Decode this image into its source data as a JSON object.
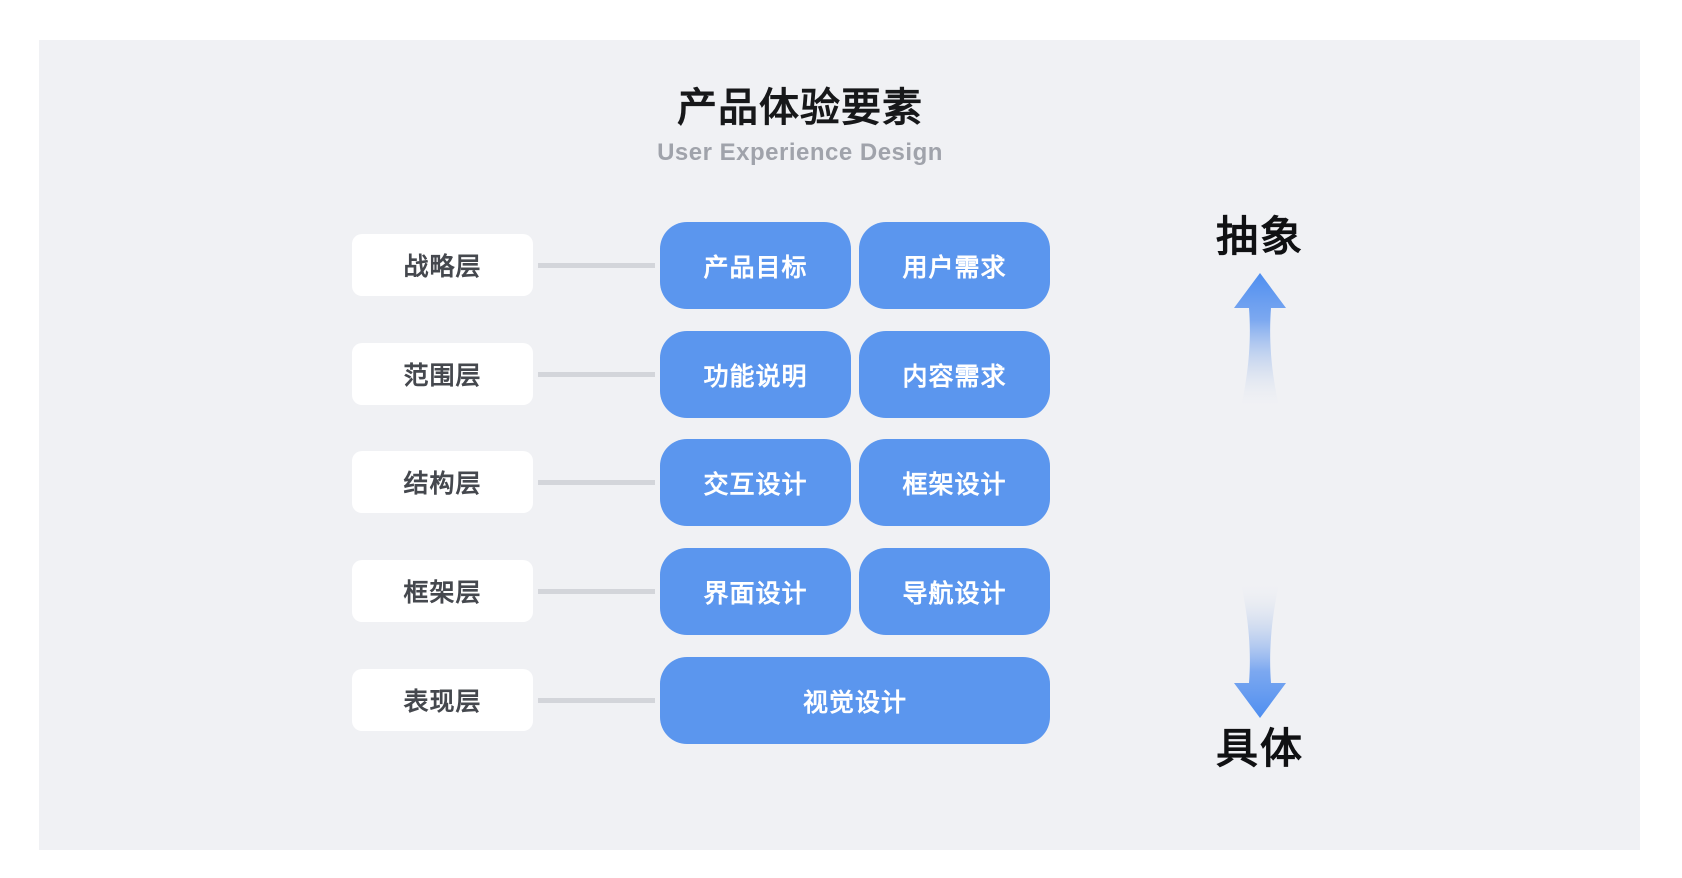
{
  "diagram": {
    "title": "产品体验要素",
    "subtitle": "User Experience Design",
    "rows": [
      {
        "layer": "战略层",
        "items": [
          "产品目标",
          "用户需求"
        ]
      },
      {
        "layer": "范围层",
        "items": [
          "功能说明",
          "内容需求"
        ]
      },
      {
        "layer": "结构层",
        "items": [
          "交互设计",
          "框架设计"
        ]
      },
      {
        "layer": "框架层",
        "items": [
          "界面设计",
          "导航设计"
        ]
      },
      {
        "layer": "表现层",
        "items": [
          "视觉设计"
        ]
      }
    ],
    "axis": {
      "top_label": "抽象",
      "bottom_label": "具体"
    },
    "colors": {
      "panel_bg": "#F0F1F4",
      "node_blue": "#5B96EE",
      "layer_box_bg": "#FFFFFF",
      "layer_text": "#45484E",
      "connector": "#D3D5DA",
      "title_text": "#17181A",
      "subtitle_text": "#A0A3AB",
      "axis_text": "#101113"
    }
  }
}
